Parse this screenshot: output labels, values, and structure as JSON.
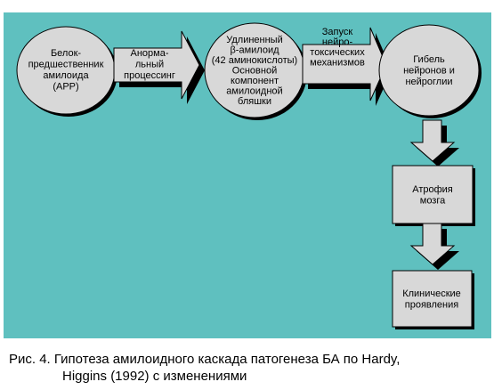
{
  "nodes": {
    "app": [
      "Белок-",
      "предшественник",
      "амилоида",
      "(АРР)"
    ],
    "processing": [
      "Анорма-",
      "льный",
      "процессинг"
    ],
    "beta_amyloid": [
      "Удлиненный",
      "β-амилоид",
      "(42 аминокислоты)",
      "Основной",
      "компонент",
      "амилоидной",
      "бляшки"
    ],
    "launch": [
      "Запуск",
      "нейро-",
      "токсических",
      "механизмов"
    ],
    "death": [
      "Гибель",
      "нейронов и",
      "нейроглии"
    ],
    "atrophy": [
      "Атрофия",
      "мозга"
    ],
    "clinical": [
      "Клинические",
      "проявления"
    ]
  },
  "caption": {
    "line1": "Рис. 4. Гипотеза амилоидного каскада патогенеза БА по Hardy,",
    "line2": "Higgins (1992) с изменениями"
  },
  "colors": {
    "panel": "#5fc0bf",
    "node_fill": "#d8d8d8",
    "stroke": "#000000",
    "shadow": "#000000"
  }
}
